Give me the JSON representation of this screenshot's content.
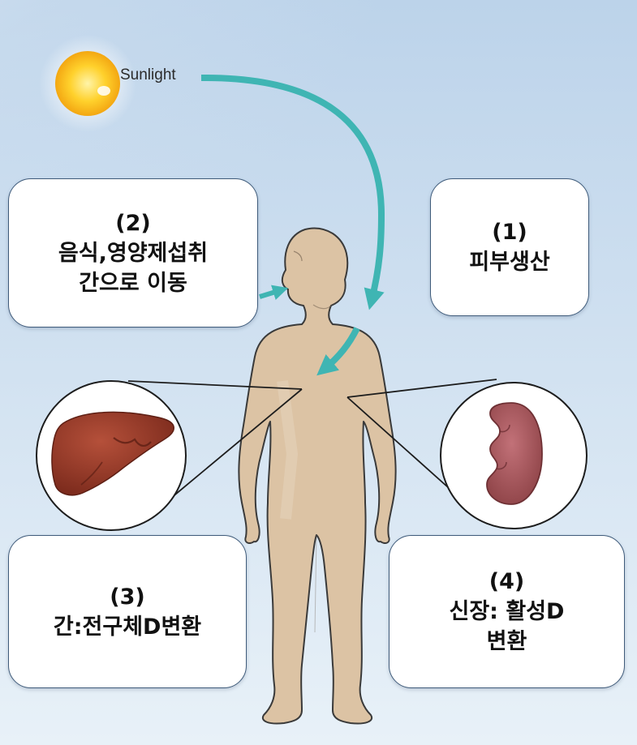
{
  "sun": {
    "label": "Sunlight"
  },
  "steps": [
    {
      "number": "(1)",
      "lines": [
        "피부생산"
      ]
    },
    {
      "number": "(2)",
      "lines": [
        "음식,영양제섭취",
        "간으로 이동"
      ]
    },
    {
      "number": "(3)",
      "lines": [
        "간:전구체D변환"
      ]
    },
    {
      "number": "(4)",
      "lines": [
        "신장: 활성D",
        "변환"
      ]
    }
  ],
  "colors": {
    "sky_top": "#bcd3ea",
    "sky_bottom": "#e6f0f8",
    "arrow": "#3fb5b3",
    "skin": "#dcc3a4",
    "skin_outline": "#3a3a3a",
    "liver": "#9b3b28",
    "kidney": "#a65a5e",
    "sun": "#ffc823"
  }
}
